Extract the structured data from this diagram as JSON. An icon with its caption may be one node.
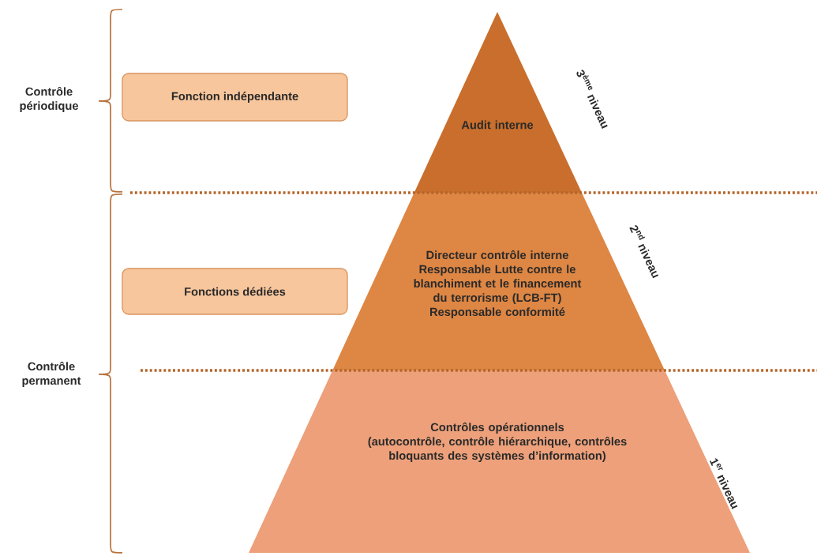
{
  "diagram": {
    "nodes": [
      {
        "text": [
          "Fonction indépendante"
        ]
      },
      {
        "text": [
          "Fonctions dédiées"
        ]
      },
      {
        "text": [
          "Audit interne"
        ],
        "beside": [
          "3$^{ème}$ niveau"
        ]
      },
      {
        "text": [
          "Directeur contrôle interne",
          "Responsable Lutte contre le blanchiment et le financement du terrorisme (LCB-FT)",
          "Responsable conformité"
        ],
        "beside": [
          "2$^{nd}$ niveau"
        ]
      },
      {
        "text": [
          "Contrôles opérationnels",
          "(autocontrôle, contrôle hiérarchique, contrôles bloquants des systèmes d’information)"
        ],
        "beside": [
          "1$^{er}$ niveau"
        ]
      }
    ],
    "labels": [
      "Contrôle périodique",
      "Contrôle permanent"
    ]
  }
}
